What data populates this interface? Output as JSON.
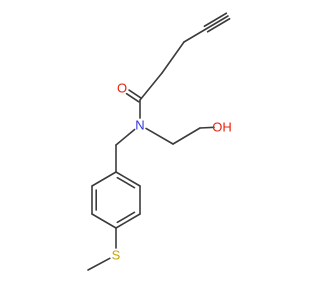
{
  "molecule": {
    "atoms": [
      {
        "id": "c_alkyne_end",
        "label": "",
        "color": "#3b3b3b"
      },
      {
        "id": "c_alkyne_inner",
        "label": "",
        "color": "#3b3b3b"
      },
      {
        "id": "c_ch2_a",
        "label": "",
        "color": "#3b3b3b"
      },
      {
        "id": "c_ch2_b",
        "label": "",
        "color": "#3b3b3b"
      },
      {
        "id": "c_carbonyl",
        "label": "",
        "color": "#3b3b3b"
      },
      {
        "id": "o_carbonyl",
        "label": "O",
        "color": "#e8210f"
      },
      {
        "id": "n_amide",
        "label": "N",
        "color": "#2f36d6"
      },
      {
        "id": "c_ethyl_a",
        "label": "",
        "color": "#3b3b3b"
      },
      {
        "id": "c_ethyl_b",
        "label": "",
        "color": "#3b3b3b"
      },
      {
        "id": "o_hydroxyl",
        "label": "OH",
        "color": "#e8210f"
      },
      {
        "id": "c_benzyl",
        "label": "",
        "color": "#3b3b3b"
      },
      {
        "id": "c_ring_1",
        "label": "",
        "color": "#3b3b3b"
      },
      {
        "id": "c_ring_2",
        "label": "",
        "color": "#3b3b3b"
      },
      {
        "id": "c_ring_3",
        "label": "",
        "color": "#3b3b3b"
      },
      {
        "id": "c_ring_4",
        "label": "",
        "color": "#3b3b3b"
      },
      {
        "id": "c_ring_5",
        "label": "",
        "color": "#3b3b3b"
      },
      {
        "id": "c_ring_6",
        "label": "",
        "color": "#3b3b3b"
      },
      {
        "id": "s_thioether",
        "label": "S",
        "color": "#c9a400"
      },
      {
        "id": "c_methyl",
        "label": "",
        "color": "#3b3b3b"
      }
    ],
    "bonds": [
      {
        "from": "c_alkyne_end",
        "to": "c_alkyne_inner",
        "order": 3
      },
      {
        "from": "c_alkyne_inner",
        "to": "c_ch2_a",
        "order": 1
      },
      {
        "from": "c_ch2_a",
        "to": "c_ch2_b",
        "order": 1
      },
      {
        "from": "c_ch2_b",
        "to": "c_carbonyl",
        "order": 1
      },
      {
        "from": "c_carbonyl",
        "to": "o_carbonyl",
        "order": 2
      },
      {
        "from": "c_carbonyl",
        "to": "n_amide",
        "order": 1
      },
      {
        "from": "n_amide",
        "to": "c_ethyl_a",
        "order": 1
      },
      {
        "from": "c_ethyl_a",
        "to": "c_ethyl_b",
        "order": 1
      },
      {
        "from": "c_ethyl_b",
        "to": "o_hydroxyl",
        "order": 1
      },
      {
        "from": "n_amide",
        "to": "c_benzyl",
        "order": 1
      },
      {
        "from": "c_benzyl",
        "to": "c_ring_1",
        "order": 1
      },
      {
        "from": "c_ring_1",
        "to": "c_ring_2",
        "order": 2
      },
      {
        "from": "c_ring_2",
        "to": "c_ring_3",
        "order": 1
      },
      {
        "from": "c_ring_3",
        "to": "c_ring_4",
        "order": 2
      },
      {
        "from": "c_ring_4",
        "to": "c_ring_5",
        "order": 1
      },
      {
        "from": "c_ring_5",
        "to": "c_ring_6",
        "order": 2
      },
      {
        "from": "c_ring_6",
        "to": "c_ring_1",
        "order": 1
      },
      {
        "from": "c_ring_4",
        "to": "s_thioether",
        "order": 1
      },
      {
        "from": "s_thioether",
        "to": "c_methyl",
        "order": 1
      }
    ]
  }
}
